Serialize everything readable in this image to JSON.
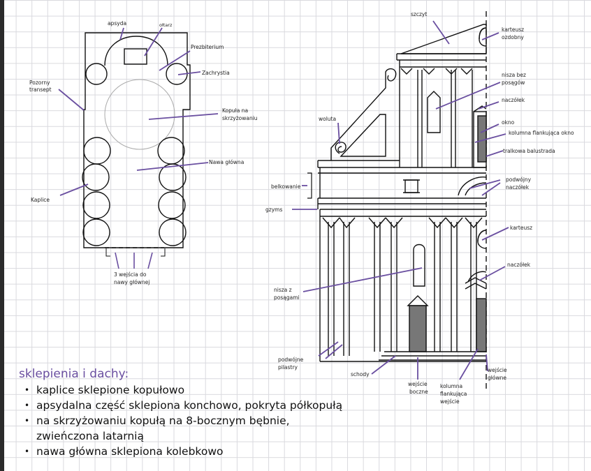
{
  "floorplan_labels": {
    "apsyda": "apsyda",
    "oltarz": "ołtarz",
    "prezbiterium": "Prezbiterium",
    "zachrystia": "Zachrystia",
    "pozorny_transept": [
      "Pozorny",
      "transept"
    ],
    "kopula": [
      "Kopuła na",
      "skrzyżowaniu"
    ],
    "nawa_glowna": "Nawa główna",
    "kaplice": "Kaplice",
    "wejscia": [
      "3 wejścia do",
      "nawy głównej"
    ]
  },
  "facade_labels": {
    "szczyt": "szczyt",
    "karteusz_ozdobny": [
      "karteusz",
      "ozdobny"
    ],
    "nisza_bez_posagow": [
      "nisza bez",
      "posągów"
    ],
    "naczolek_top": "naczółek",
    "okno": "okno",
    "kolumna_okno": "kolumna flankująca okno",
    "tralkowa": "tralkowa balustrada",
    "woluta": "woluta",
    "belkowanie": "belkowanie",
    "podwojny_naczolek": [
      "podwójny",
      "naczółek"
    ],
    "gzyms": "gzyms",
    "karteusz": "karteusz",
    "naczolek_low": "naczółek",
    "nisza_z_posagami": [
      "nisza z",
      "posągami"
    ],
    "podwojne_pilastry": [
      "podwójne",
      "pilastry"
    ],
    "schody": "schody",
    "wejscie_boczne": [
      "wejście",
      "boczne"
    ],
    "kolumna_wejscie": [
      "kolumna",
      "flankująca",
      "wejście"
    ],
    "wejscie_glowne": [
      "wejście",
      "główne"
    ]
  },
  "notes": {
    "title": "sklepienia i dachy:",
    "items": [
      "kaplice sklepione kopułowo",
      "apsydalna część sklepiona konchowo, pokryta półkopułą",
      "na skrzyżowaniu kopułą na 8-bocznym bębnie,",
      "nawa główna sklepiona kolebkowo"
    ],
    "continuation": "zwieńczona latarnią",
    "bullet": "•"
  },
  "colors": {
    "accent": "#6a4fa0",
    "ink": "#111111",
    "fill_dark": "#777777"
  }
}
